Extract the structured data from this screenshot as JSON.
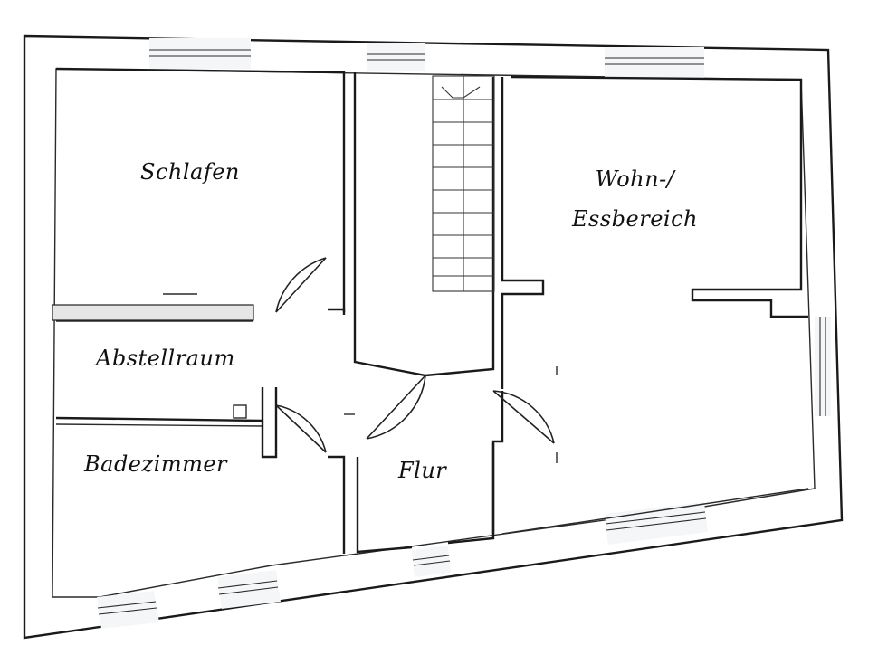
{
  "rooms": {
    "schlafen": "Schlafen",
    "wohn_line1": "Wohn-/",
    "wohn_line2": "Essbereich",
    "abstellraum": "Abstellraum",
    "badezimmer": "Badezimmer",
    "flur": "Flur"
  }
}
